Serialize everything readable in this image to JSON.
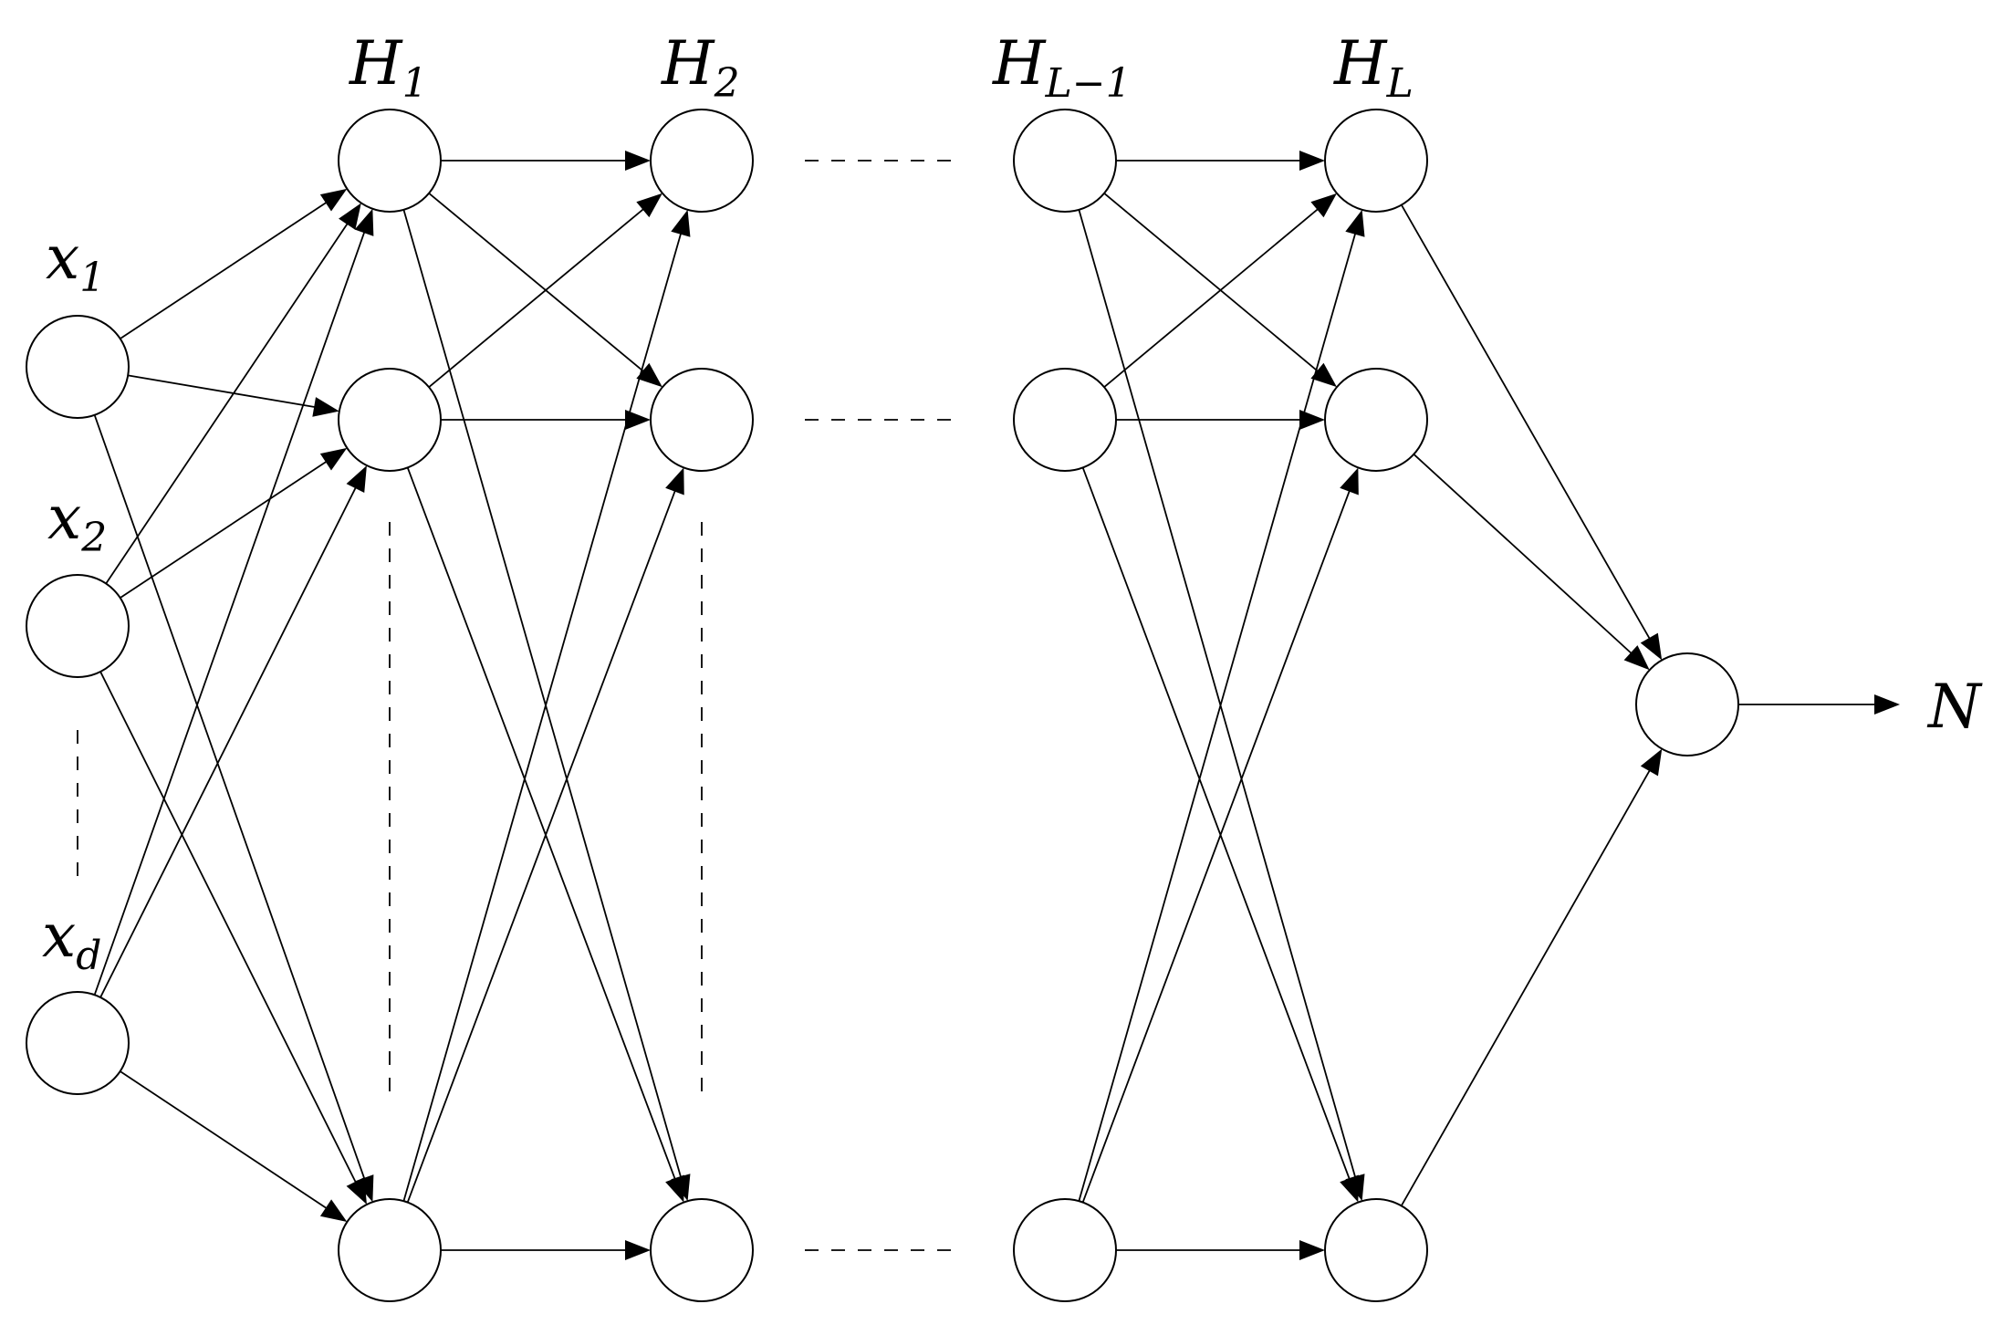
{
  "labels": {
    "h1": {
      "base": "H",
      "sub": "1"
    },
    "h2": {
      "base": "H",
      "sub": "2"
    },
    "hl_minus_1": {
      "base": "H",
      "sub": "L−1"
    },
    "hl": {
      "base": "H",
      "sub": "L"
    },
    "x1": {
      "base": "x",
      "sub": "1"
    },
    "x2": {
      "base": "x",
      "sub": "2"
    },
    "xd": {
      "base": "x",
      "sub": "d"
    },
    "output": "N"
  }
}
